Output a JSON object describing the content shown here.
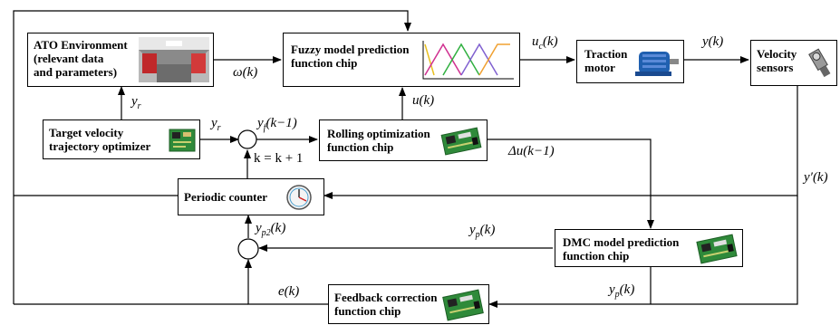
{
  "blocks": {
    "ato_environment": "ATO Environment\n(relevant data\nand parameters)",
    "fuzzy_chip": "Fuzzy model prediction\nfunction chip",
    "traction_motor": "Traction\nmotor",
    "velocity_sensors": "Velocity\nsensors",
    "target_optimizer": "Target velocity\ntrajectory optimizer",
    "rolling_chip": "Rolling optimization\nfunction chip",
    "periodic_counter": "Periodic counter",
    "dmc_chip": "DMC model prediction\nfunction chip",
    "feedback_chip": "Feedback correction\nfunction chip"
  },
  "signals": {
    "omega": "ω(k)",
    "uc": "u",
    "uc_sub": "c",
    "uc_arg": "(k)",
    "y": "y(k)",
    "yr_up": "y",
    "yr_up_sub": "r",
    "yr_mid": "y",
    "yr_mid_sub": "r",
    "yf": "y",
    "yf_sub": "f",
    "yf_arg": "(k−1)",
    "u": "u(k)",
    "k_update": "k = k + 1",
    "delta_u": "Δu(k−1)",
    "yprime": "y′(k)",
    "yp2": "y",
    "yp2_sub": "p2",
    "yp2_arg": "(k)",
    "yp_mid": "y",
    "yp_mid_sub": "p",
    "yp_mid_arg": "(k)",
    "e": "e(k)",
    "yp_low": "y",
    "yp_low_sub": "p",
    "yp_low_arg": "(k)"
  },
  "colors": {
    "membership": [
      "#e8c020",
      "#d03090",
      "#30b040",
      "#8060d0",
      "#f0a030"
    ],
    "chip_green": "#2f8a3a",
    "motor_blue": "#2060b0"
  }
}
